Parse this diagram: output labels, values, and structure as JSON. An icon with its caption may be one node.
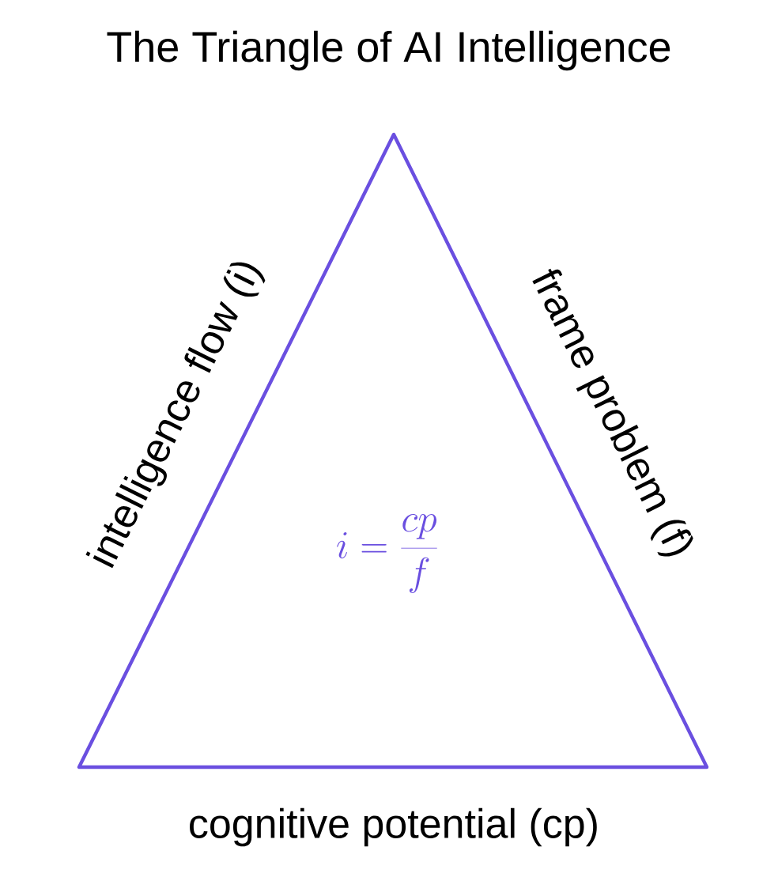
{
  "diagram": {
    "title": "The Triangle of AI Intelligence",
    "nodes": [
      {
        "text": [
          "i=\\frac{cp}{f}"
        ]
      }
    ],
    "edges": [],
    "labels": [
      "intelligence flow (i)",
      "frame problem (f)",
      "cognitive potential (cp)"
    ]
  }
}
